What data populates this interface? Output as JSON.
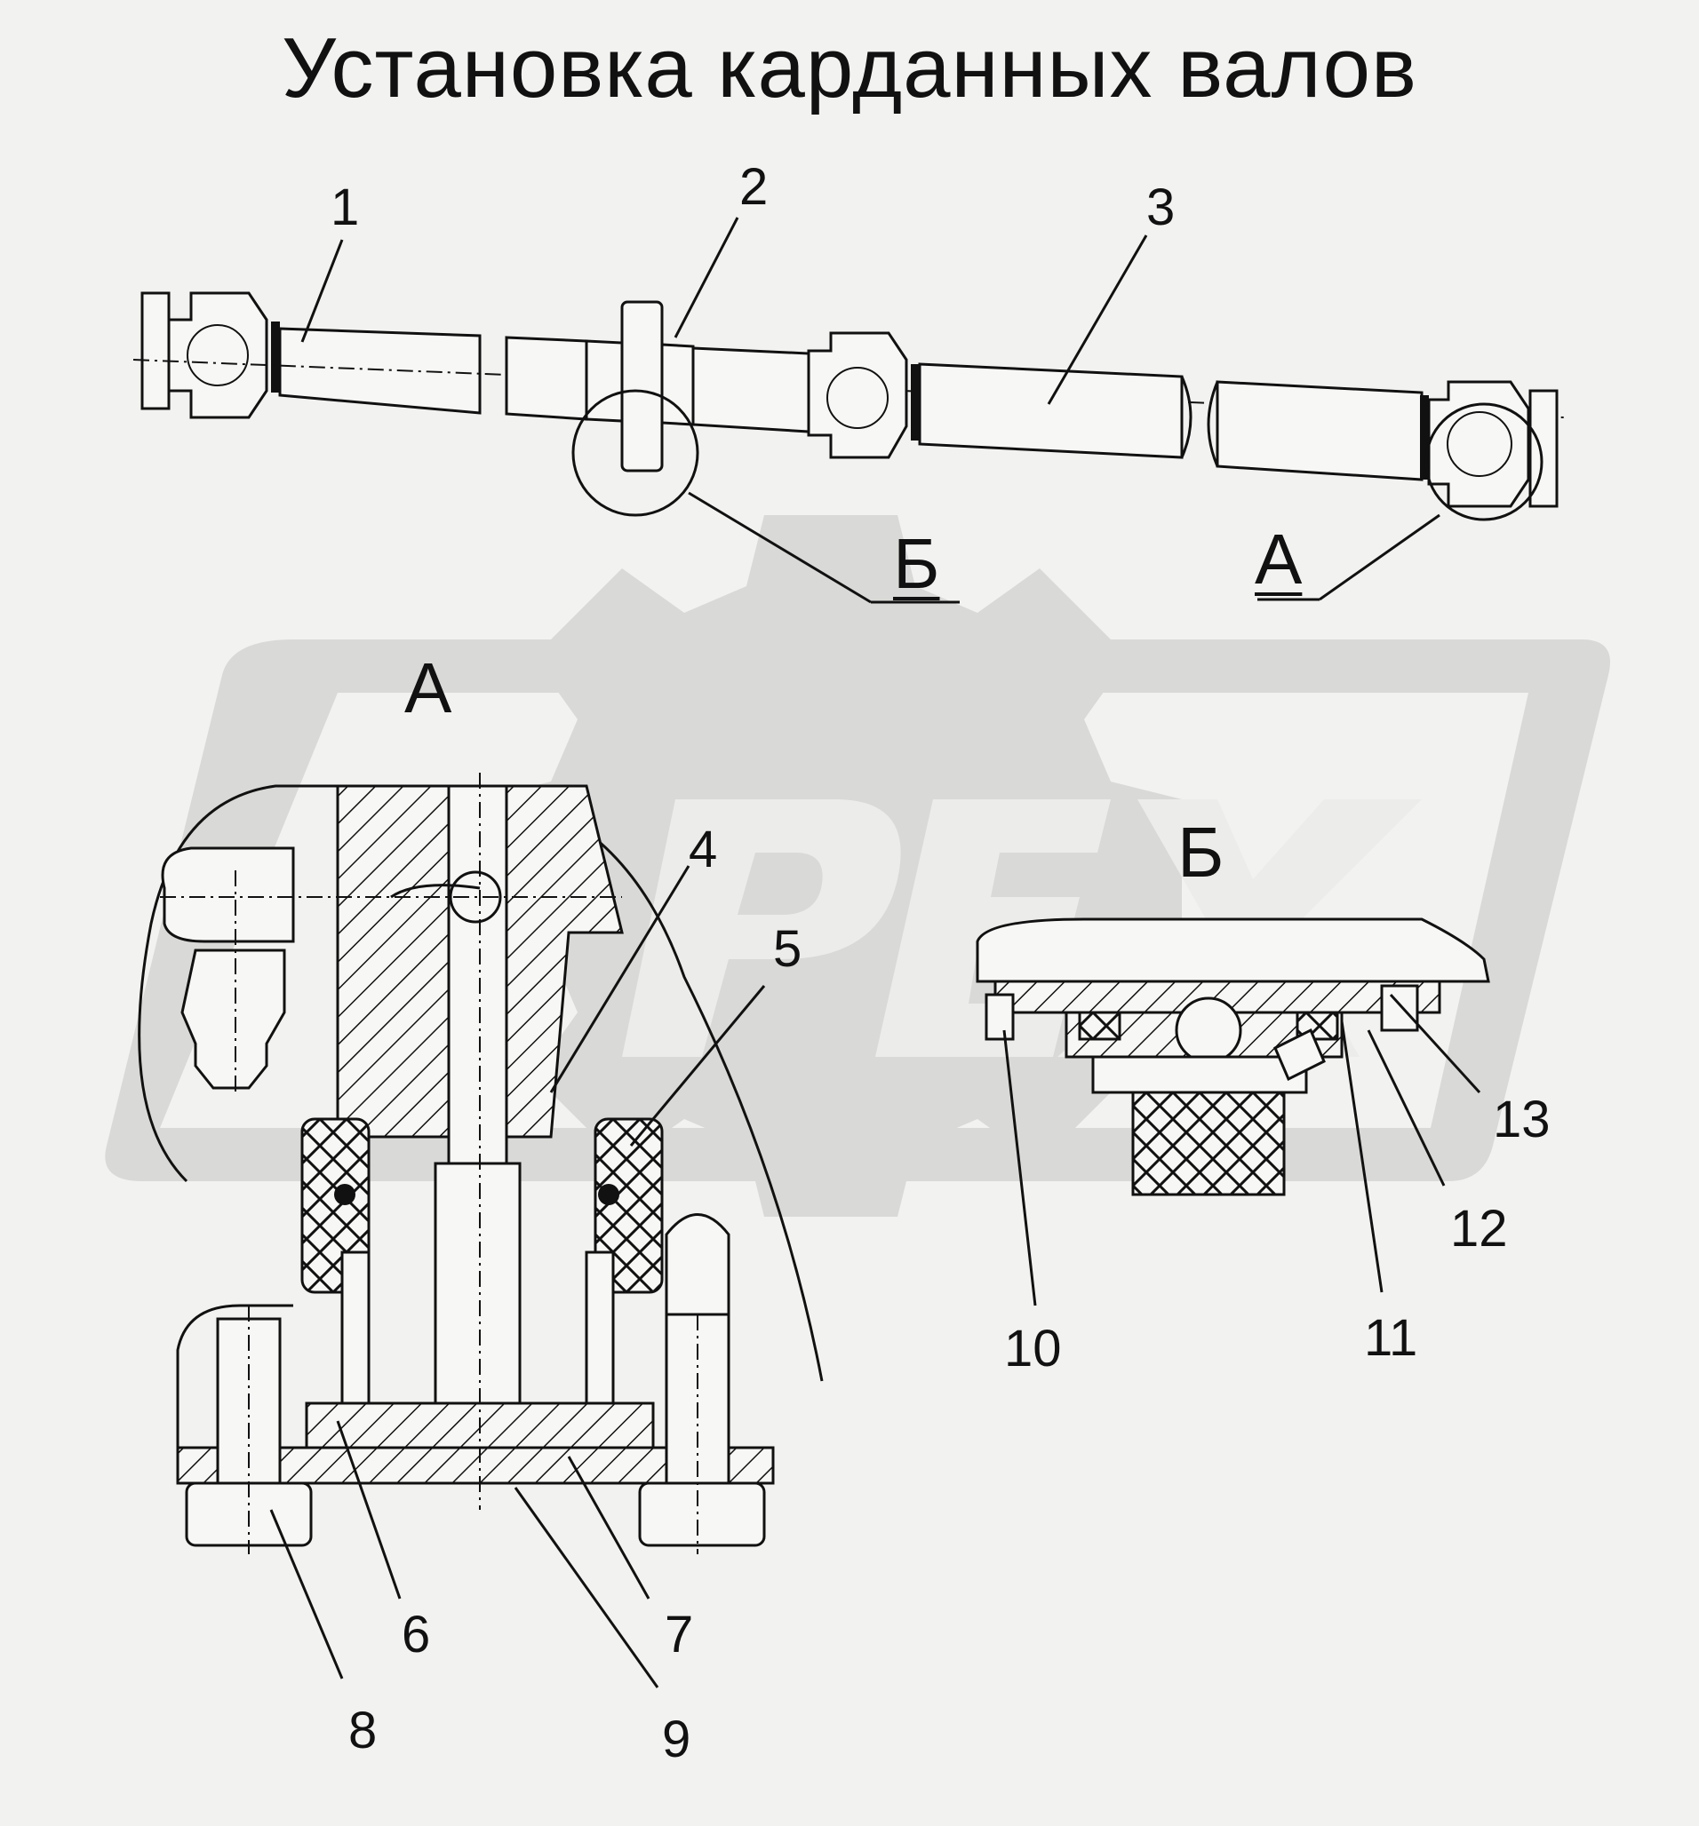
{
  "title": "Установка карданных валов",
  "callouts": {
    "c1": "1",
    "c2": "2",
    "c3": "3",
    "c4": "4",
    "c5": "5",
    "c6": "6",
    "c7": "7",
    "c8": "8",
    "c9": "9",
    "c10": "10",
    "c11": "11",
    "c12": "12",
    "c13": "13"
  },
  "views": {
    "a_top": "А",
    "b_top": "Б",
    "a_detail": "А",
    "b_detail": "Б"
  },
  "watermark": {
    "text": "PEX",
    "color": "#d7d7d5"
  }
}
